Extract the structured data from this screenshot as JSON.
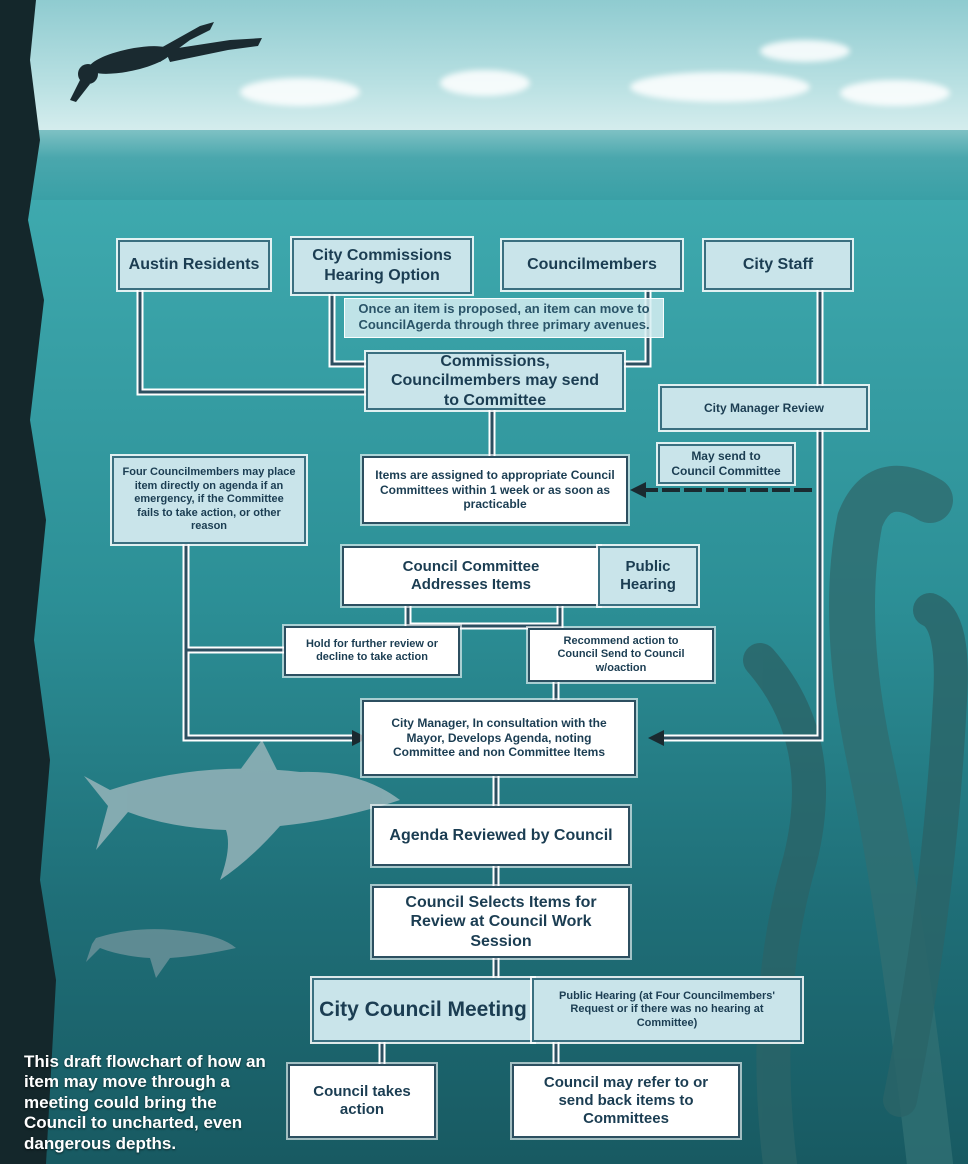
{
  "boxes": {
    "austin_residents": "Austin Residents",
    "city_commissions": "City Commissions Hearing Option",
    "councilmembers": "Councilmembers",
    "city_staff": "City Staff",
    "avenues_note": "Once an item is proposed, an item can move to CouncilAgerda through three primary avenues.",
    "commissions_send": "Commissions, Councilmembers may send to Committee",
    "city_manager_review": "City Manager Review",
    "may_send": "May send to Council Committee",
    "four_councilmembers": "Four Councilmembers may place item directly on agenda if an emergency, if the Committee fails to take action, or other reason",
    "items_assigned": "Items are assigned to appropriate Council Committees within 1 week or as soon as practicable",
    "committee_addresses": "Council Committee Addresses Items",
    "public_hearing": "Public Hearing",
    "hold_review": "Hold for further review or decline to take action",
    "recommend_action": "Recommend action to Council Send to Council w/oaction",
    "city_manager_develops": "City Manager, In consultation with the Mayor, Develops Agenda, noting Committee and non Committee Items",
    "agenda_reviewed": "Agenda Reviewed by Council",
    "council_selects": "Council Selects Items for Review at Council Work Session",
    "city_council_meeting": "City Council Meeting",
    "public_hearing_four": "Public Hearing (at Four Councilmembers' Request or if there was no hearing at Committee)",
    "council_takes_action": "Council takes action",
    "council_refer": "Council may refer to or send back items to Committees"
  },
  "caption": "This draft flowchart of how an item may move through a meeting could bring the Council to uncharted, even dangerous depths.",
  "colors": {
    "light_box": "#c9e4ea",
    "white_box": "#ffffff",
    "box_border": "#2c4f60",
    "connector": "#ffffff",
    "text": "#1b3d52"
  }
}
